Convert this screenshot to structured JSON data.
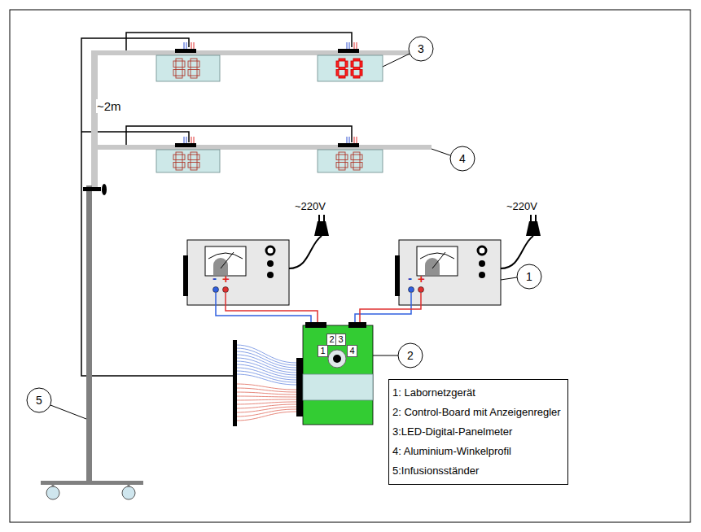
{
  "diagram": {
    "nodes": [
      {
        "text": [
          "3"
        ]
      },
      {
        "text": [
          "4"
        ]
      },
      {
        "text": [
          "1"
        ]
      },
      {
        "text": [
          "1"
        ]
      },
      {
        "text": [
          "2"
        ]
      },
      {
        "text": [
          "3"
        ]
      },
      {
        "text": [
          "4"
        ]
      },
      {
        "text": [
          "2"
        ]
      },
      {
        "text": [
          "1: Labornetzgerät",
          "2: Control-Board mit Anzeigenregler",
          "3:LED-Digital-Panelmeter",
          "4: Aluminium-Winkelprofil",
          "5:Infusionsständer"
        ]
      },
      {
        "text": [
          "5"
        ]
      }
    ],
    "labels": [
      "~2m",
      "~220V",
      "~220V",
      "-",
      "+",
      "-",
      "+"
    ]
  }
}
